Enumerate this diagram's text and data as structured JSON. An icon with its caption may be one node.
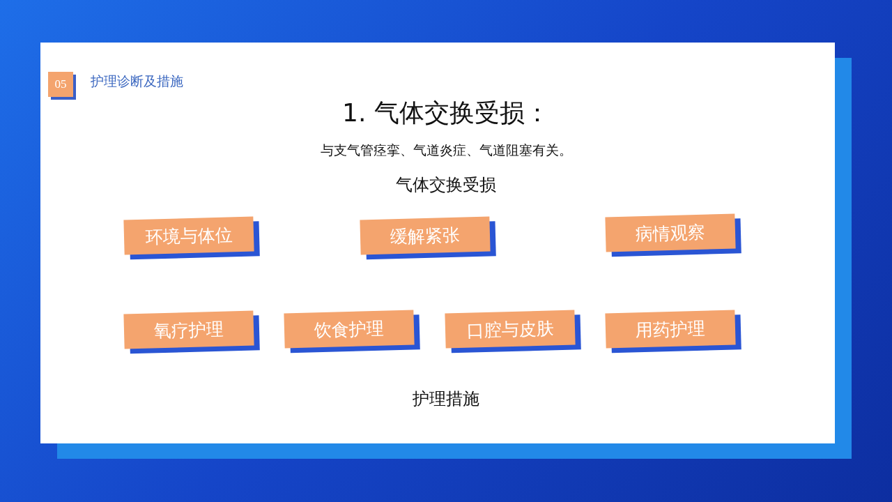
{
  "diagram": {
    "title": "1. 气体交换受损：",
    "nodes": [
      {
        "text": [
          "05"
        ]
      },
      {
        "text": [
          "环境与体位"
        ]
      },
      {
        "text": [
          "缓解紧张"
        ]
      },
      {
        "text": [
          "病情观察"
        ]
      },
      {
        "text": [
          "氧疗护理"
        ]
      },
      {
        "text": [
          "饮食护理"
        ]
      },
      {
        "text": [
          "口腔与皮肤"
        ]
      },
      {
        "text": [
          "用药护理"
        ]
      }
    ],
    "edges": [],
    "labels": [
      "护理诊断及措施",
      "与支气管痉挛、气道炎症、气道阻塞有关。",
      "气体交换受损",
      "护理措施"
    ]
  }
}
